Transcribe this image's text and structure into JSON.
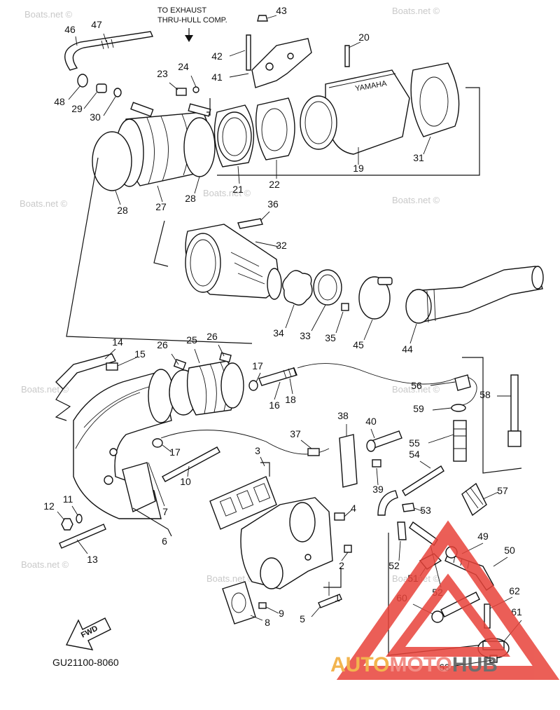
{
  "header": {
    "line1": "TO EXHAUST",
    "line2": "THRU-HULL COMP."
  },
  "watermark": "Boats.net ©",
  "brand_on_part": "YAMAHA",
  "fwd_label": "FWD",
  "diagram_code": "GU21100-8060",
  "logo": {
    "part1": "AUTO",
    "part2": "MOTO",
    "part3": "HUB",
    "color1": "#f0a830",
    "color2": "#f07a70",
    "color3": "#555555",
    "triangle_color": "#e8433a"
  },
  "callouts": [
    "1",
    "2",
    "3",
    "4",
    "5",
    "6",
    "7",
    "8",
    "9",
    "10",
    "11",
    "12",
    "13",
    "14",
    "15",
    "16",
    "17",
    "17",
    "18",
    "19",
    "20",
    "21",
    "22",
    "23",
    "24",
    "25",
    "26",
    "26",
    "27",
    "28",
    "28",
    "29",
    "30",
    "31",
    "32",
    "33",
    "34",
    "35",
    "36",
    "37",
    "38",
    "39",
    "40",
    "41",
    "42",
    "43",
    "44",
    "45",
    "46",
    "47",
    "48",
    "49",
    "50",
    "51",
    "52",
    "52",
    "53",
    "54",
    "55",
    "56",
    "57",
    "58",
    "59",
    "60",
    "61",
    "62",
    "63"
  ]
}
